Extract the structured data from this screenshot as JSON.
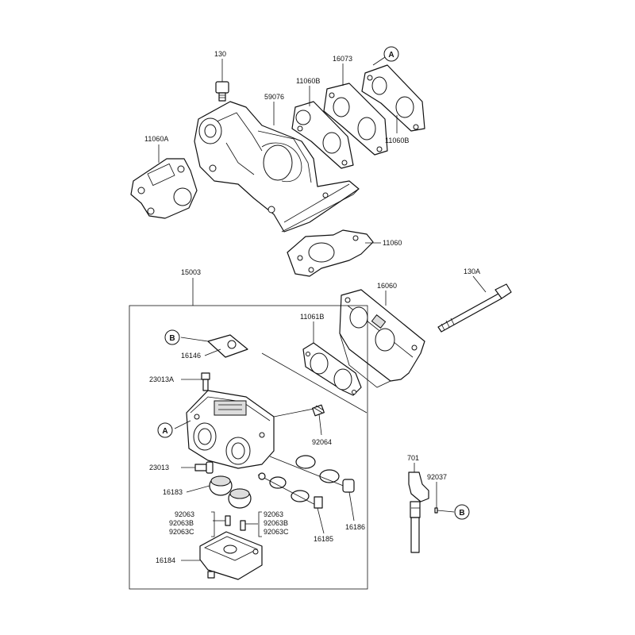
{
  "labels": {
    "p130": "130",
    "p16073": "16073",
    "p11060B_a": "11060B",
    "p59076": "59076",
    "p11060A": "11060A",
    "p11060B_b": "11060B",
    "p11060": "11060",
    "p15003": "15003",
    "p16060": "16060",
    "p130A": "130A",
    "p11061B": "11061B",
    "p16146": "16146",
    "p23013A": "23013A",
    "p92064": "92064",
    "p23013": "23013",
    "p16183": "16183",
    "p92063_l": "92063",
    "p92063B_l": "92063B",
    "p92063C_l": "92063C",
    "p92063_r": "92063",
    "p92063B_r": "92063B",
    "p92063C_r": "92063C",
    "p16185": "16185",
    "p16186": "16186",
    "p16184": "16184",
    "p701": "701",
    "p92037": "92037"
  },
  "callouts": {
    "a_top": "A",
    "b_top": "B",
    "a_mid": "A",
    "b_right": "B"
  }
}
